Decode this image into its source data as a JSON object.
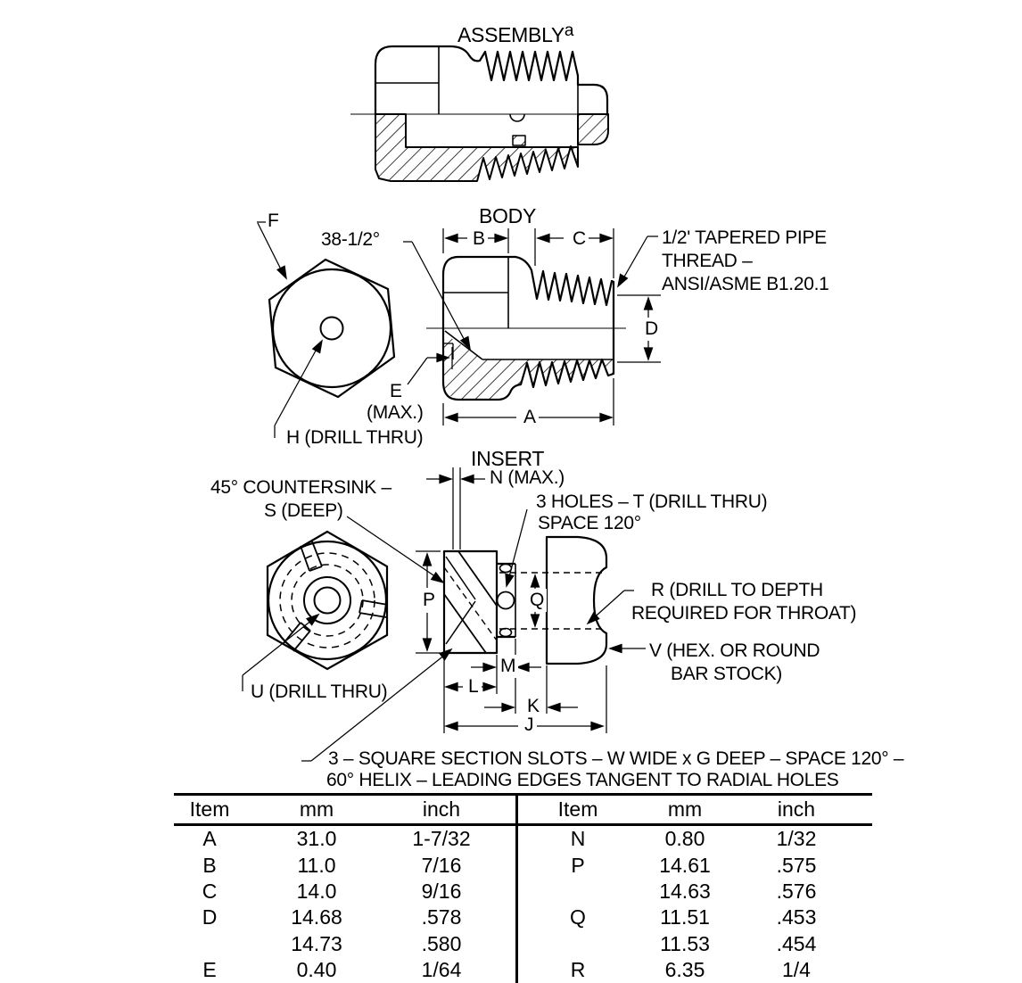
{
  "assembly": {
    "title": "ASSEMBLY",
    "superscript": "a"
  },
  "body": {
    "title": "BODY",
    "labels": {
      "f": "F",
      "angle": "38-1/2°",
      "b": "B",
      "c": "C",
      "d": "D",
      "e": "E",
      "e_max": "(MAX.)",
      "a": "A",
      "h": "H (DRILL THRU)"
    },
    "thread_note": {
      "line1": "1/2' TAPERED PIPE",
      "line2": "THREAD –",
      "line3": "ANSI/ASME B1.20.1"
    }
  },
  "insert": {
    "title": "INSERT",
    "labels": {
      "n": "N (MAX.)",
      "p": "P",
      "q": "Q",
      "m": "M",
      "l": "L",
      "k": "K",
      "j": "J",
      "u": "U (DRILL THRU)"
    },
    "countersink_note": {
      "line1": "45° COUNTERSINK –",
      "line2": "S (DEEP)"
    },
    "holes_note": {
      "line1": "3 HOLES – T (DRILL THRU)",
      "line2": "SPACE 120°"
    },
    "throat_note": {
      "line1": "R (DRILL TO DEPTH",
      "line2": "REQUIRED FOR THROAT)"
    },
    "bar_note": {
      "line1": "V (HEX. OR ROUND",
      "line2": "BAR STOCK)"
    }
  },
  "slot_note": {
    "line1": "3 – SQUARE SECTION SLOTS – W WIDE x G DEEP – SPACE 120° –",
    "line2": "60° HELIX – LEADING EDGES TANGENT TO RADIAL HOLES"
  },
  "dimension_table": {
    "headers": [
      "Item",
      "mm",
      "inch"
    ],
    "left_rows": [
      {
        "item": "A",
        "mm": "31.0",
        "inch": "1-7/32"
      },
      {
        "item": "B",
        "mm": "11.0",
        "inch": "7/16"
      },
      {
        "item": "C",
        "mm": "14.0",
        "inch": "9/16"
      },
      {
        "item": "D",
        "mm": "14.68",
        "inch": ".578"
      },
      {
        "item": "",
        "mm": "14.73",
        "inch": ".580"
      },
      {
        "item": "E",
        "mm": "0.40",
        "inch": "1/64"
      }
    ],
    "right_rows": [
      {
        "item": "N",
        "mm": "0.80",
        "inch": "1/32"
      },
      {
        "item": "P",
        "mm": "14.61",
        "inch": ".575"
      },
      {
        "item": "",
        "mm": "14.63",
        "inch": ".576"
      },
      {
        "item": "Q",
        "mm": "11.51",
        "inch": ".453"
      },
      {
        "item": "",
        "mm": "11.53",
        "inch": ".454"
      },
      {
        "item": "R",
        "mm": "6.35",
        "inch": "1/4"
      }
    ]
  }
}
